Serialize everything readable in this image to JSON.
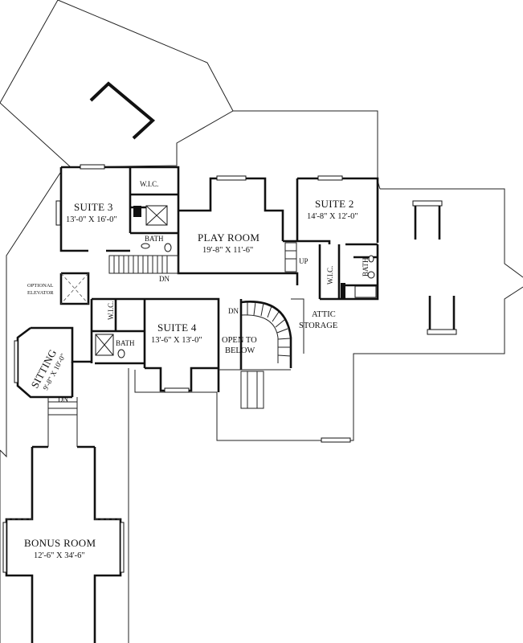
{
  "plan": {
    "rooms": {
      "suite3": {
        "name": "SUITE 3",
        "dim": "13'-0\" X 16'-0\""
      },
      "suite2": {
        "name": "SUITE 2",
        "dim": "14'-8\" X 12'-0\""
      },
      "playroom": {
        "name": "PLAY ROOM",
        "dim": "19'-8\" X 11'-6\""
      },
      "suite4": {
        "name": "SUITE 4",
        "dim": "13'-6\" X 13'-0\""
      },
      "sitting": {
        "name": "SITTING",
        "dim": "9'-8\" X 10'-0\""
      },
      "bonus": {
        "name": "BONUS ROOM",
        "dim": "12'-6\" X 34'-6\""
      }
    },
    "labels": {
      "wic_suite3": "W.I.C.",
      "bath_suite3": "BATH",
      "wic_suite2": "W.I.C.",
      "bath_suite2": "BATH",
      "wic_suite4": "W.I.C.",
      "bath_suite4": "BATH",
      "open_to_below_1": "OPEN TO",
      "open_to_below_2": "BELOW",
      "attic_1": "ATTIC",
      "attic_2": "STORAGE",
      "optional_elevator_1": "OPTIONAL",
      "optional_elevator_2": "ELEVATOR",
      "dn_play": "DN",
      "dn_stair": "DN",
      "dn_sitting": "DN",
      "up": "UP"
    }
  }
}
